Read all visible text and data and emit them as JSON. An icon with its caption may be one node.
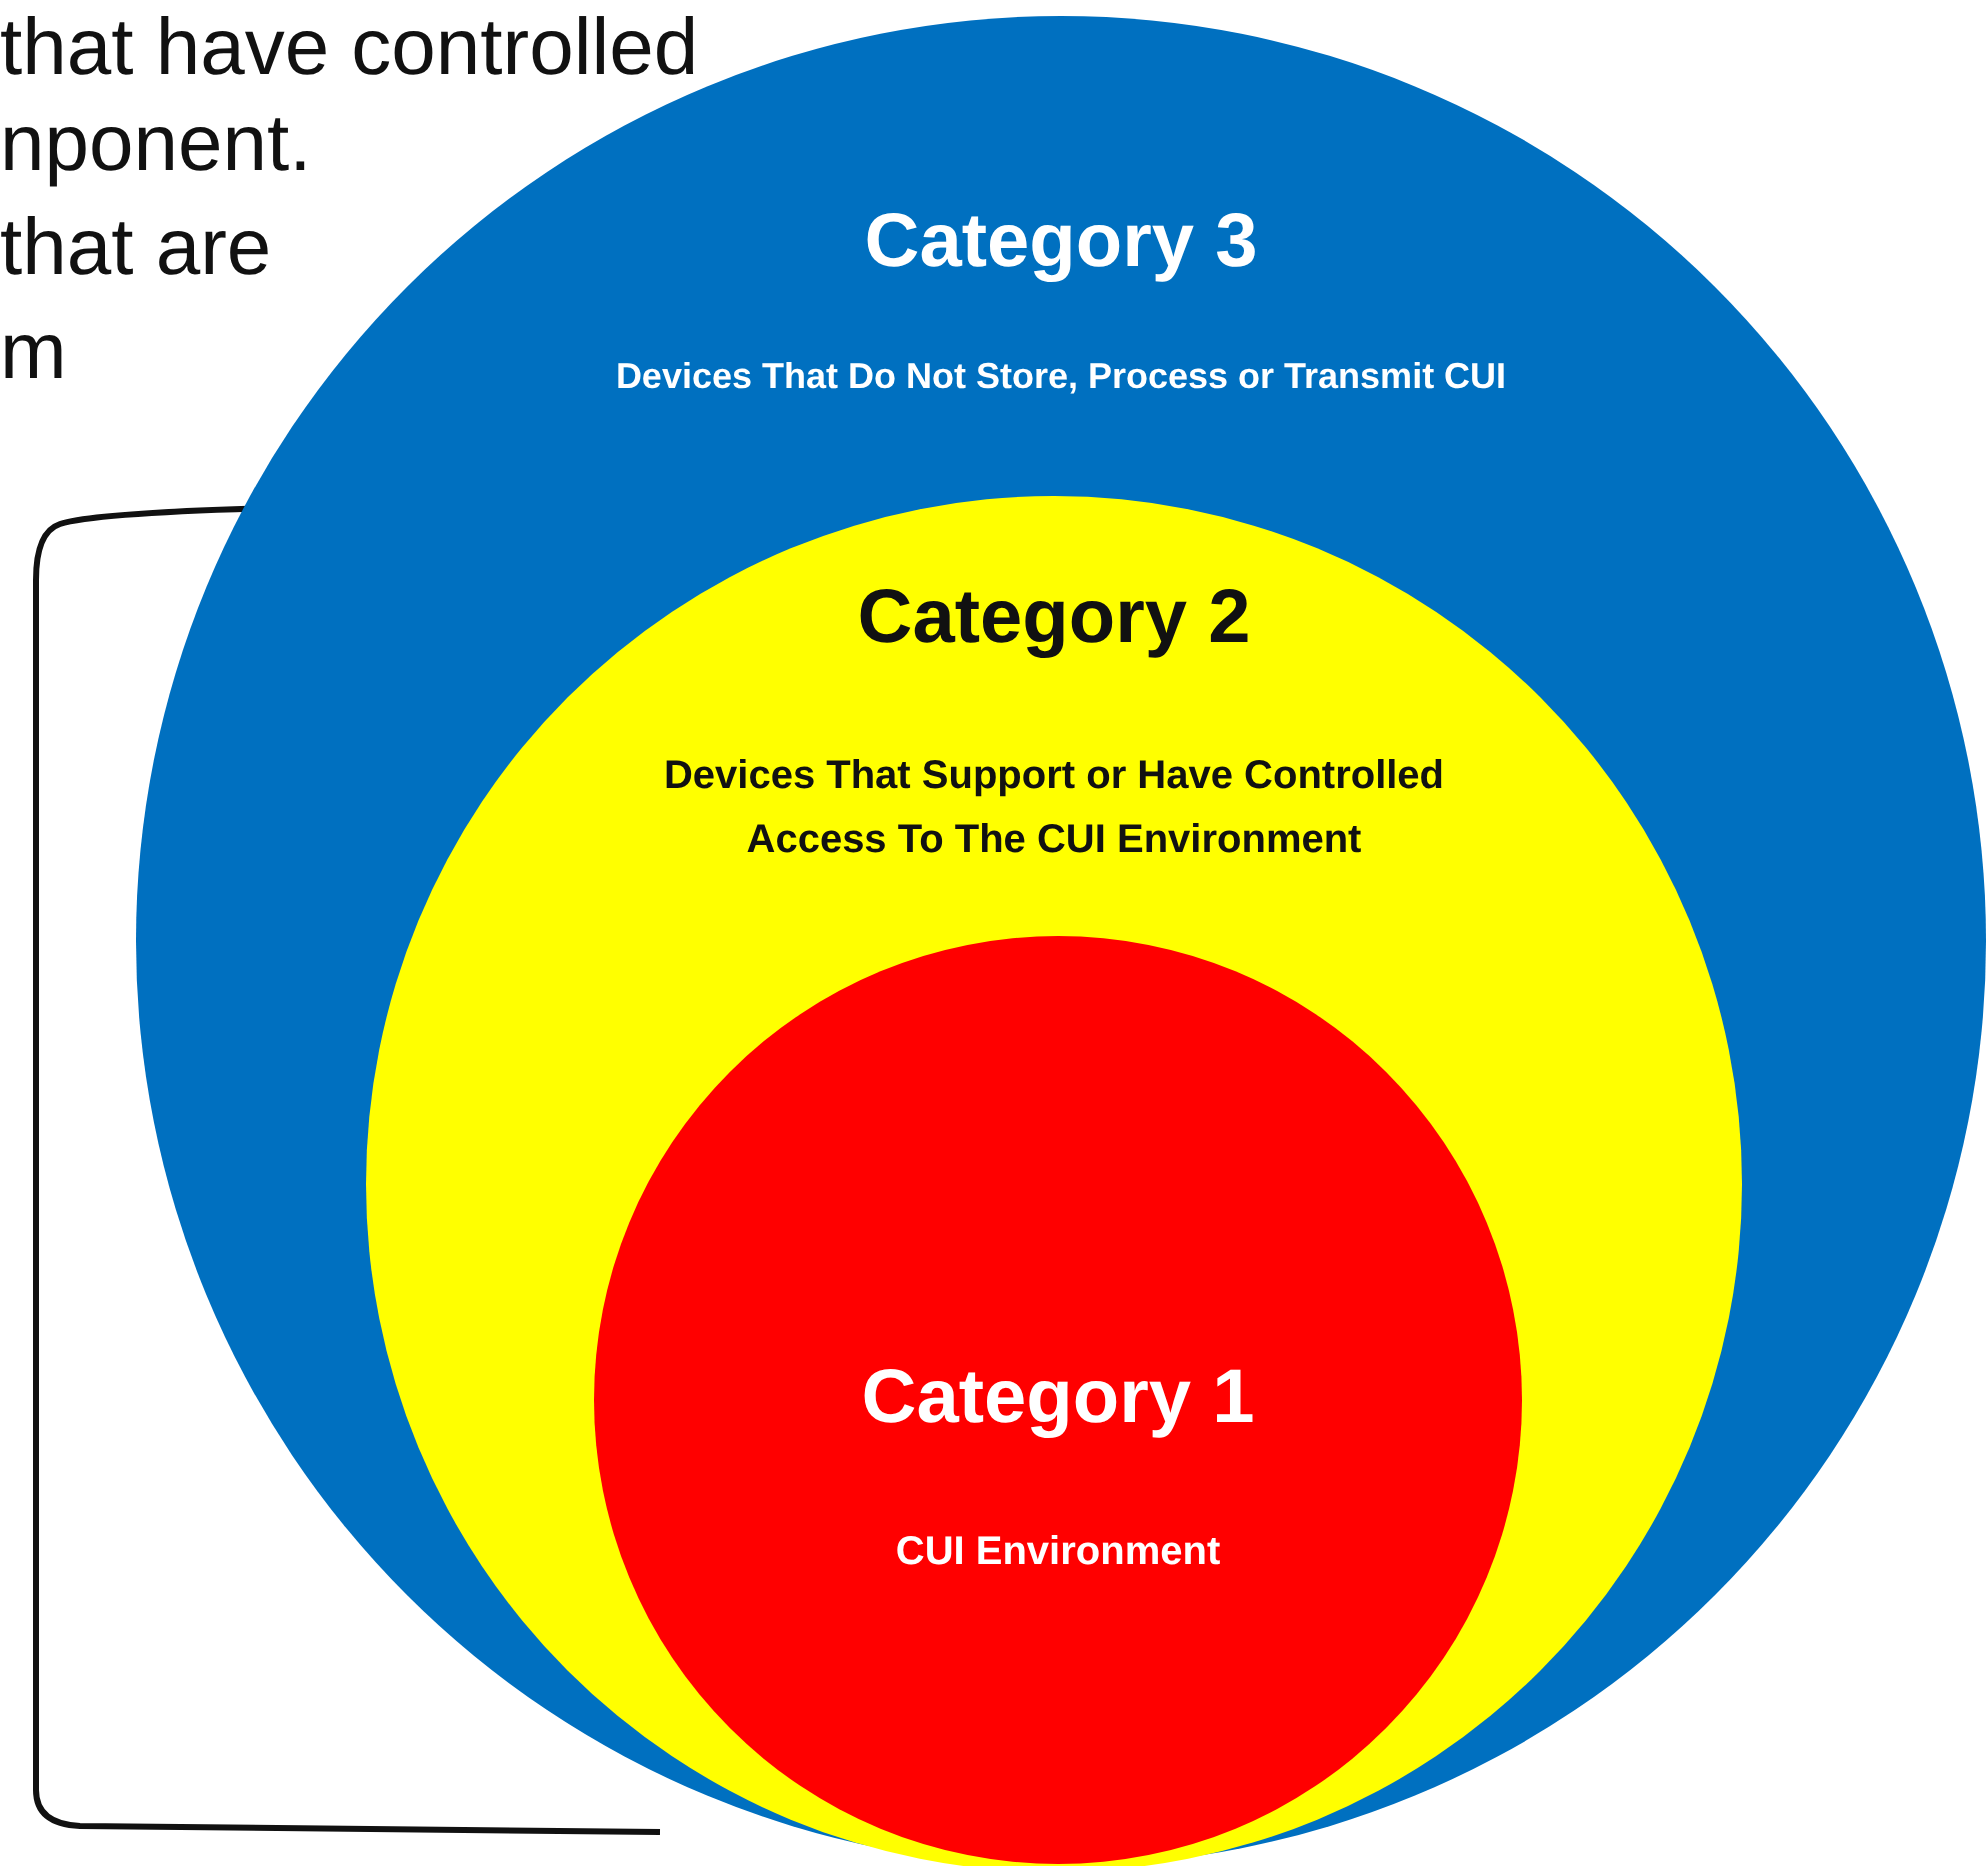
{
  "diagram": {
    "nodes": [
      {
        "text": [
          "Category 3",
          "Devices That Do Not Store, Process or Transmit CUI"
        ]
      },
      {
        "text": [
          "Category 2",
          "Devices That Support or Have Controlled Access To The CUI Environment"
        ],
        "in": 0
      },
      {
        "text": [
          "Category 1",
          "CUI Environment"
        ],
        "in": 1
      }
    ],
    "edges": [],
    "labels": [
      "that have controlled",
      "nponent.",
      "that are",
      "m"
    ]
  }
}
